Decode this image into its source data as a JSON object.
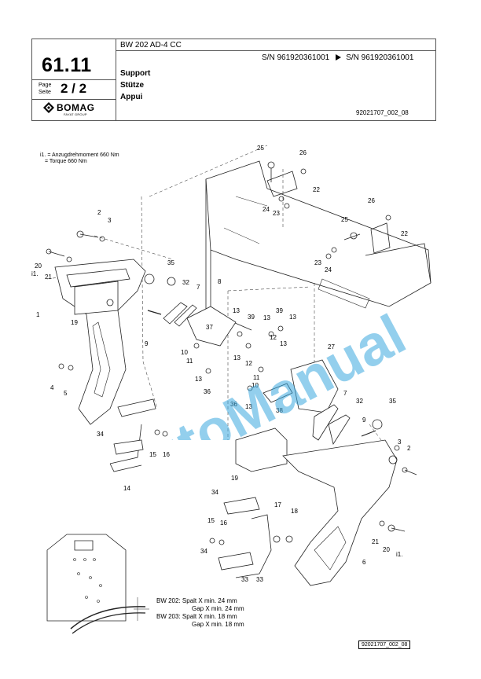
{
  "header": {
    "section": "61.11",
    "page_label_1": "Page",
    "page_label_2": "Seite",
    "page": "2 / 2",
    "model": "BW 202 AD-4 CC",
    "serial_from": "S/N 961920361001",
    "serial_to": "S/N 961920361001",
    "title_en": "Support",
    "title_de": "Stütze",
    "title_fr": "Appui",
    "doc_number": "92021707_002_08",
    "brand": "BOMAG",
    "brand_sub": "FAYAT GROUP"
  },
  "torque_note": {
    "line1": "i1. = Anzugdrehmoment 660 Nm",
    "line2": "= Torque 660 Nm"
  },
  "gap_notes": [
    {
      "model": "BW 202:",
      "de": "Spalt X min. 24 mm",
      "en": "Gap X min. 24 mm"
    },
    {
      "model": "BW 203:",
      "de": "Spalt X min. 18 mm",
      "en": "Gap X min. 18 mm"
    }
  ],
  "callouts": [
    "25",
    "26",
    "22",
    "24",
    "23",
    "26",
    "25",
    "22",
    "23",
    "24",
    "2",
    "3",
    "20",
    "i1.",
    "21",
    "1",
    "35",
    "32",
    "7",
    "8",
    "19",
    "9",
    "37",
    "13",
    "39",
    "13",
    "39",
    "13",
    "12",
    "13",
    "10",
    "11",
    "13",
    "12",
    "11",
    "10",
    "13",
    "36",
    "4",
    "5",
    "36",
    "13",
    "27",
    "38",
    "7",
    "32",
    "35",
    "9",
    "3",
    "2",
    "34",
    "15",
    "16",
    "14",
    "19",
    "34",
    "17",
    "18",
    "15",
    "16",
    "21",
    "20",
    "i1.",
    "34",
    "6",
    "33",
    "33"
  ],
  "footer_doc_number": "92021707_002_08",
  "watermark": "AutoManual",
  "colors": {
    "watermark": "#3aa8df",
    "line": "#222222"
  }
}
